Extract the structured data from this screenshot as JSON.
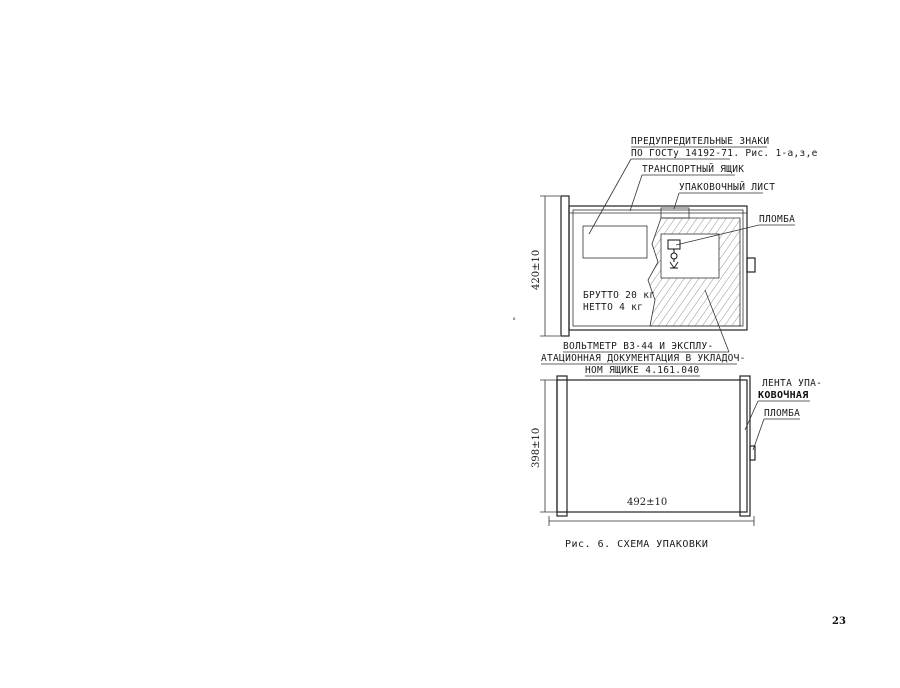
{
  "labels": {
    "warning_marks_line1": "ПРЕДУПРЕДИТЕЛЬНЫЕ ЗНАКИ",
    "warning_marks_line2": "ПО ГОСТу 14192-71. Рис. 1-а,з,е",
    "transport_box": "ТРАНСПОРТНЫЙ ЯЩИК",
    "packing_sheet": "УПАКОВОЧНЫЙ ЛИСТ",
    "seal_top": "ПЛОМБА",
    "gross": "БРУТТО 20 кг",
    "net": "НЕТТО  4 кг",
    "contents_line1": "ВОЛЬТМЕТР  В3-44 И ЭКСПЛУ-",
    "contents_line2": "АТАЦИОННАЯ ДОКУМЕНТАЦИЯ В УКЛАДОЧ-",
    "contents_line3": "НОМ ЯЩИКЕ  4.161.040",
    "tape_line1": "ЛЕНТА УПА-",
    "tape_line2": "КОВОЧНАЯ",
    "seal_bottom": "ПЛОМБА"
  },
  "dimensions": {
    "height_top": "420±10",
    "height_bottom": "398±10",
    "width": "492±10"
  },
  "caption": "Рис. 6. СХЕМА УПАКОВКИ",
  "page_number": "23"
}
